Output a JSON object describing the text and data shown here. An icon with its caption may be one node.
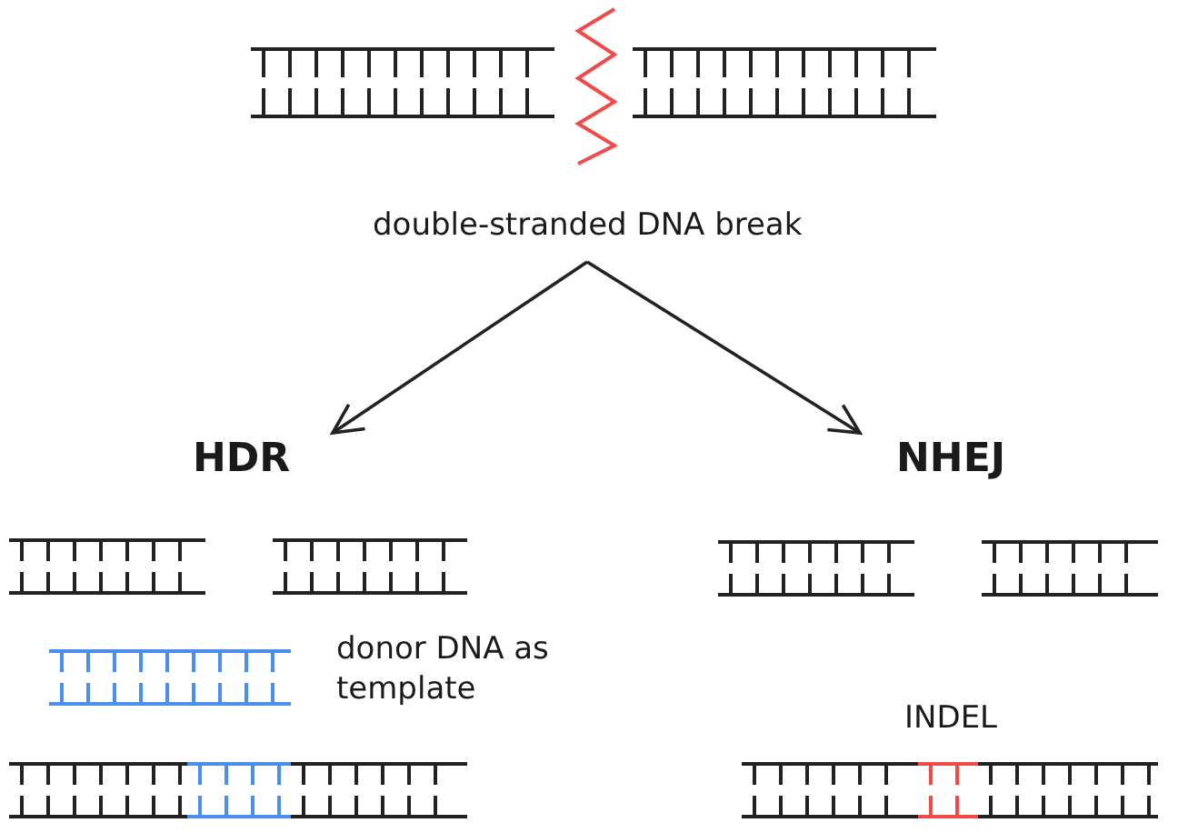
{
  "diagram": {
    "nodes": [
      {
        "text": [
          "double-stranded DNA break"
        ]
      },
      {
        "text": [
          "HDR"
        ]
      },
      {
        "text": [
          "NHEJ"
        ]
      }
    ],
    "edges": [
      {
        "from": 0,
        "to": 1,
        "arrow": "to"
      },
      {
        "from": 0,
        "to": 2,
        "arrow": "to"
      }
    ],
    "labels": [
      "donor DNA as template",
      "INDEL"
    ]
  }
}
